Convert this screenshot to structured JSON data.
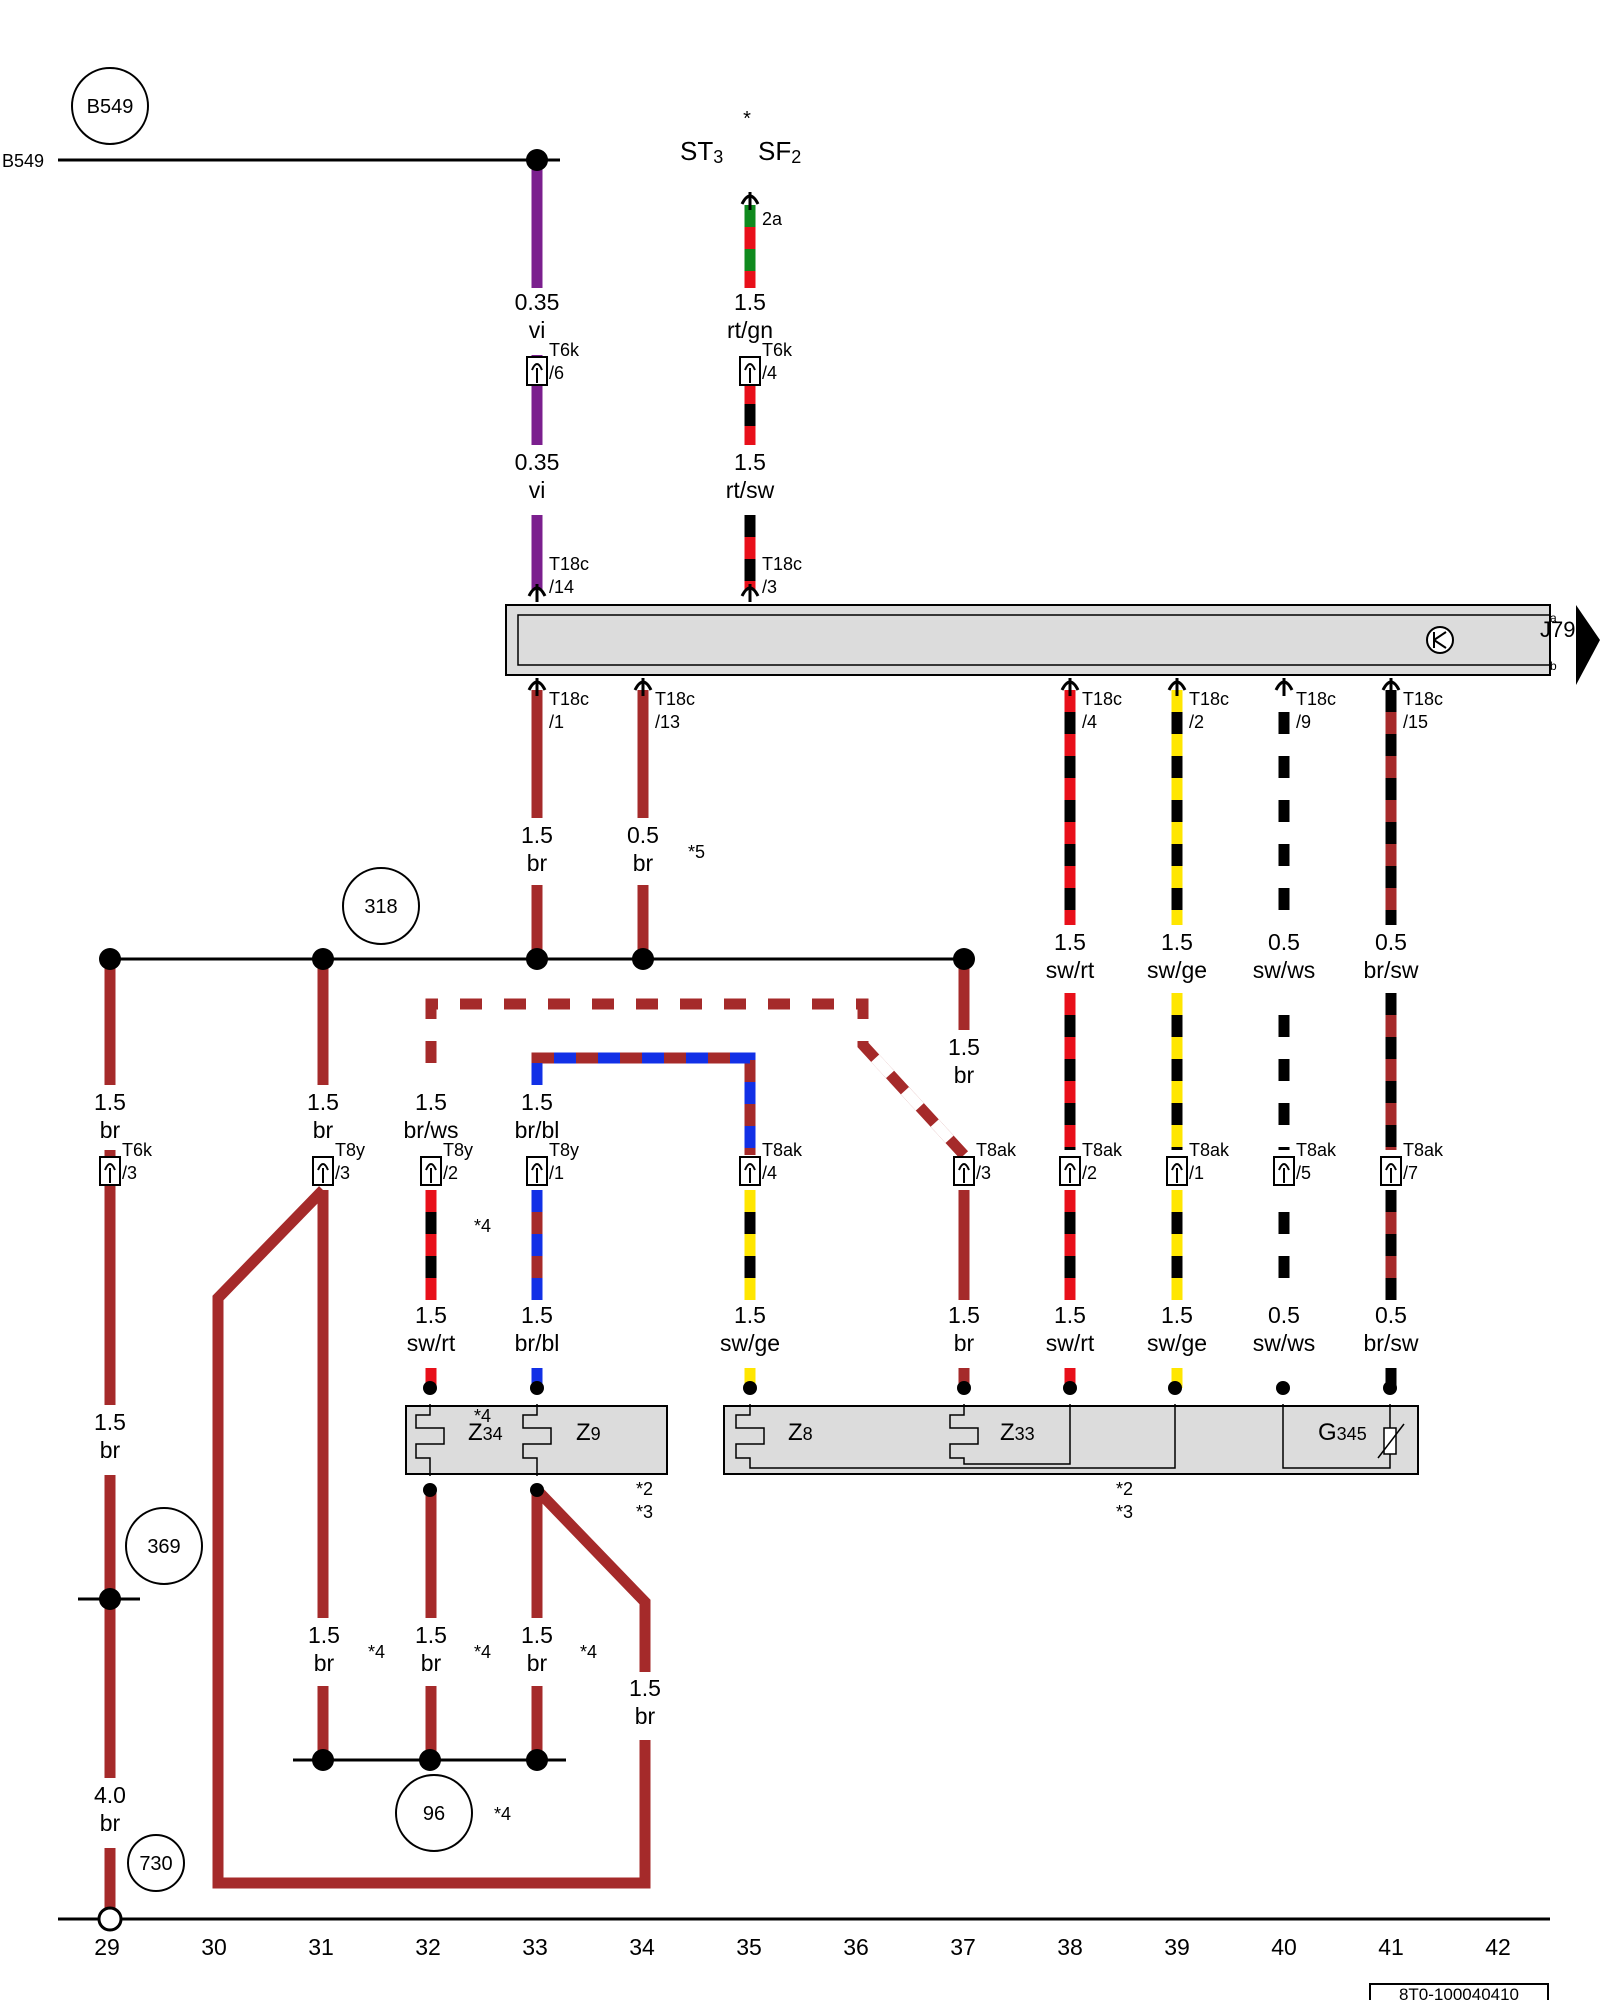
{
  "colors": {
    "br": "#a52a2a",
    "vi": "#7b1f8e",
    "rt": "#e8101a",
    "gn": "#0f8a1e",
    "sw": "#000000",
    "ge": "#ffe600",
    "ws": "#ffffff",
    "bl": "#1230e6",
    "box_fill": "#dcdcdc",
    "background": "#ffffff"
  },
  "markers": {
    "b549": "B549",
    "b549_line": "B549",
    "m318": "318",
    "m369": "369",
    "m96": "96",
    "m730": "730"
  },
  "top": {
    "asterisk": "*",
    "st": "ST",
    "st_sub": "3",
    "sf": "SF",
    "sf_sub": "2",
    "pin_2a": "2a"
  },
  "wires": {
    "vi_upper": {
      "size": "0.35",
      "color": "vi"
    },
    "vi_lower": {
      "size": "0.35",
      "color": "vi"
    },
    "rtgn": {
      "size": "1.5",
      "color": "rt/gn"
    },
    "rtsw": {
      "size": "1.5",
      "color": "rt/sw"
    },
    "br_t18c1": {
      "size": "1.5",
      "color": "br"
    },
    "br_t18c13": {
      "size": "0.5",
      "color": "br"
    },
    "w38_upper": {
      "size": "1.5",
      "color": "sw/rt"
    },
    "w39_upper": {
      "size": "1.5",
      "color": "sw/ge"
    },
    "w40_upper": {
      "size": "0.5",
      "color": "sw/ws"
    },
    "w41_upper": {
      "size": "0.5",
      "color": "br/sw"
    },
    "w29_a": {
      "size": "1.5",
      "color": "br"
    },
    "w31_a": {
      "size": "1.5",
      "color": "br"
    },
    "w32_a": {
      "size": "1.5",
      "color": "br/ws"
    },
    "w33_a": {
      "size": "1.5",
      "color": "br/bl"
    },
    "w37_a": {
      "size": "1.5",
      "color": "br"
    },
    "w32_b": {
      "size": "1.5",
      "color": "sw/rt"
    },
    "w33_b": {
      "size": "1.5",
      "color": "br/bl"
    },
    "w35_b": {
      "size": "1.5",
      "color": "sw/ge"
    },
    "w37_b": {
      "size": "1.5",
      "color": "br"
    },
    "w38_b": {
      "size": "1.5",
      "color": "sw/rt"
    },
    "w39_b": {
      "size": "1.5",
      "color": "sw/ge"
    },
    "w40_b": {
      "size": "0.5",
      "color": "sw/ws"
    },
    "w41_b": {
      "size": "0.5",
      "color": "br/sw"
    },
    "w29_c": {
      "size": "1.5",
      "color": "br"
    },
    "w29_d": {
      "size": "4.0",
      "color": "br"
    },
    "w31_c": {
      "size": "1.5",
      "color": "br"
    },
    "w32_c": {
      "size": "1.5",
      "color": "br"
    },
    "w33_c": {
      "size": "1.5",
      "color": "br"
    },
    "w34_c": {
      "size": "1.5",
      "color": "br"
    }
  },
  "connectors": {
    "t6k_6": {
      "name": "T6k",
      "pin": "/6"
    },
    "t6k_4": {
      "name": "T6k",
      "pin": "/4"
    },
    "t18c_14": {
      "name": "T18c",
      "pin": "/14"
    },
    "t18c_3": {
      "name": "T18c",
      "pin": "/3"
    },
    "t18c_1": {
      "name": "T18c",
      "pin": "/1"
    },
    "t18c_13": {
      "name": "T18c",
      "pin": "/13"
    },
    "t18c_4": {
      "name": "T18c",
      "pin": "/4"
    },
    "t18c_2": {
      "name": "T18c",
      "pin": "/2"
    },
    "t18c_9": {
      "name": "T18c",
      "pin": "/9"
    },
    "t18c_15": {
      "name": "T18c",
      "pin": "/15"
    },
    "t6k_3": {
      "name": "T6k",
      "pin": "/3"
    },
    "t8y_3": {
      "name": "T8y",
      "pin": "/3"
    },
    "t8y_2": {
      "name": "T8y",
      "pin": "/2"
    },
    "t8y_1": {
      "name": "T8y",
      "pin": "/1"
    },
    "t8ak_4": {
      "name": "T8ak",
      "pin": "/4"
    },
    "t8ak_3": {
      "name": "T8ak",
      "pin": "/3"
    },
    "t8ak_2": {
      "name": "T8ak",
      "pin": "/2"
    },
    "t8ak_1": {
      "name": "T8ak",
      "pin": "/1"
    },
    "t8ak_5": {
      "name": "T8ak",
      "pin": "/5"
    },
    "t8ak_7": {
      "name": "T8ak",
      "pin": "/7"
    }
  },
  "components": {
    "j79": "J79",
    "j79_a": "a",
    "j79_b": "b",
    "z34": {
      "letter": "Z",
      "sub": "34"
    },
    "z9": {
      "letter": "Z",
      "sub": "9"
    },
    "z8": {
      "letter": "Z",
      "sub": "8"
    },
    "z33": {
      "letter": "Z",
      "sub": "33"
    },
    "g345": {
      "letter": "G",
      "sub": "345"
    }
  },
  "footnotes": {
    "f5": "*5",
    "f4_a": "*4",
    "f4_box": "*4",
    "f2_left": "*2",
    "f3_left": "*3",
    "f2_right": "*2",
    "f3_right": "*3",
    "f4_31": "*4",
    "f4_32": "*4",
    "f4_33": "*4",
    "f4_96": "*4"
  },
  "columns": [
    "29",
    "30",
    "31",
    "32",
    "33",
    "34",
    "35",
    "36",
    "37",
    "38",
    "39",
    "40",
    "41",
    "42"
  ],
  "doc_id": "8T0-100040410"
}
